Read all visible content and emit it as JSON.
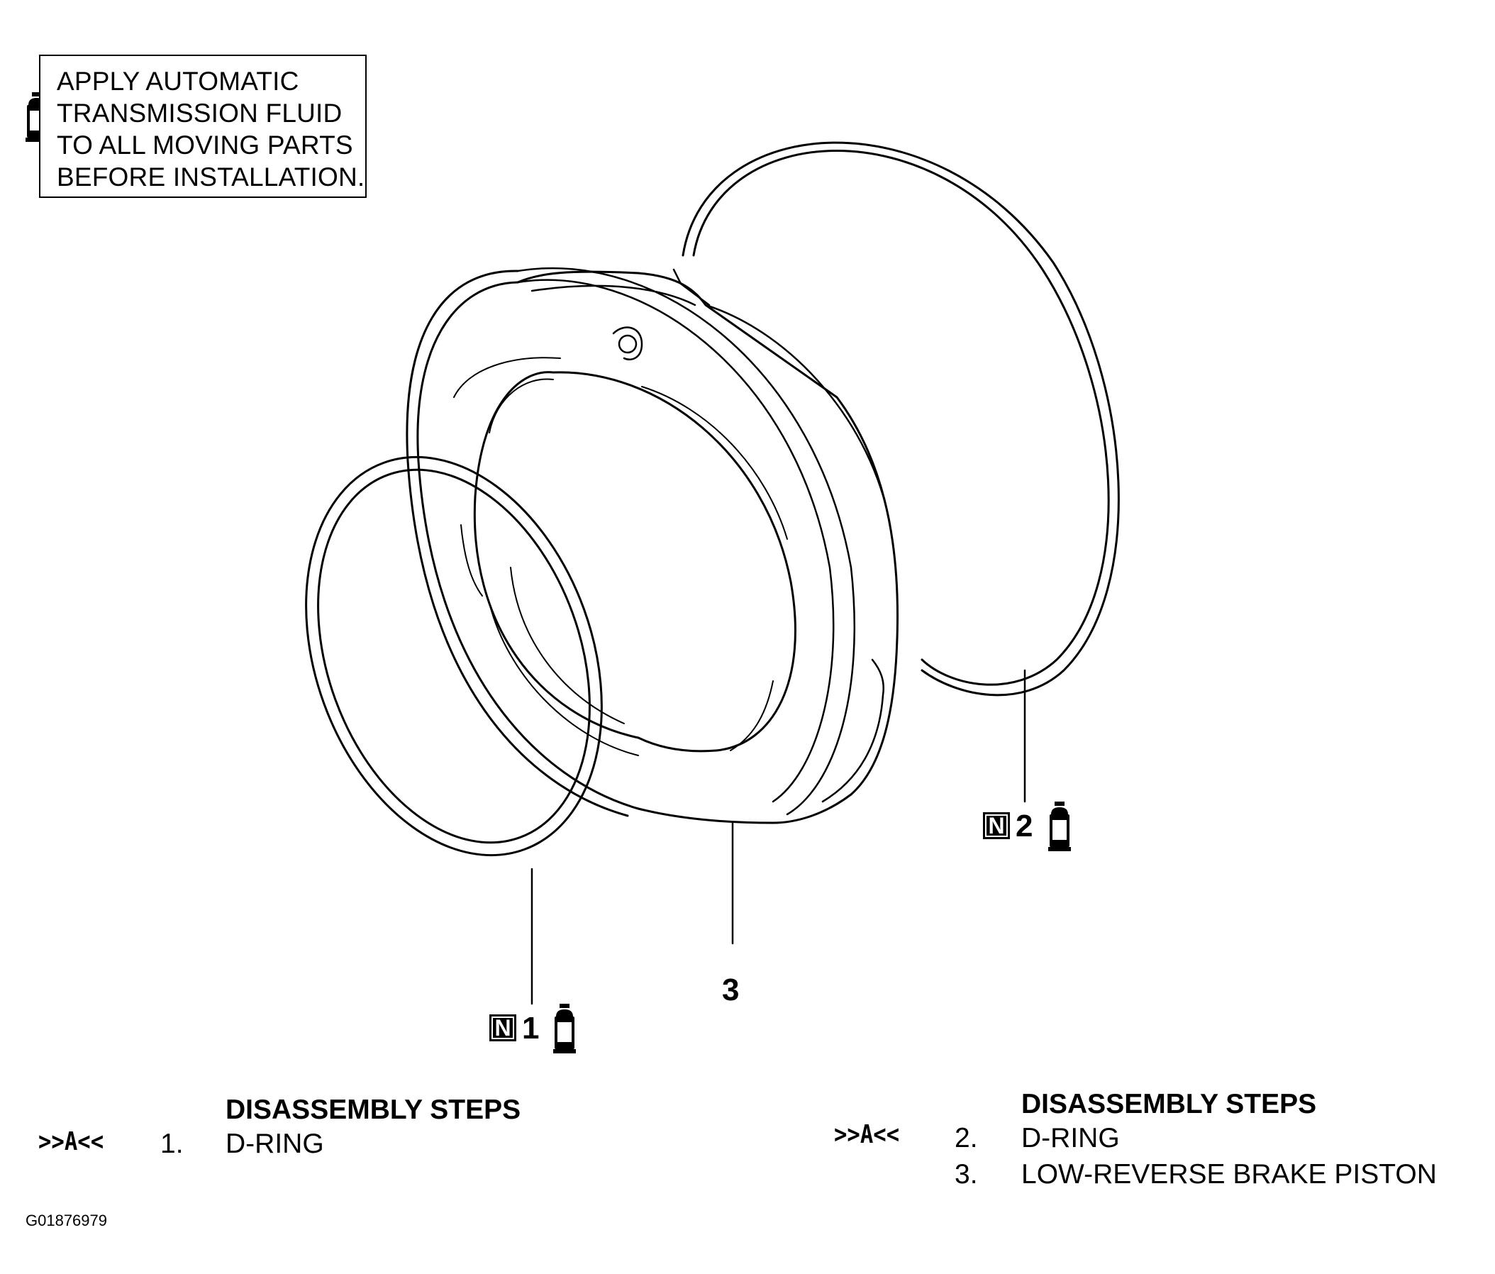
{
  "note": {
    "lines": [
      "APPLY AUTOMATIC",
      "TRANSMISSION FLUID",
      "TO ALL MOVING PARTS",
      "BEFORE INSTALLATION."
    ],
    "icon": "fluid-bottle-icon"
  },
  "callouts": {
    "part1": {
      "number": "1",
      "badge": "N"
    },
    "part2": {
      "number": "2",
      "badge": "N"
    },
    "part3": {
      "number": "3"
    }
  },
  "legend_left": {
    "title": "DISASSEMBLY STEPS",
    "ref": ">>A<<",
    "steps": [
      {
        "num": "1.",
        "label": "D-RING"
      }
    ]
  },
  "legend_right": {
    "title": "DISASSEMBLY STEPS",
    "ref": ">>A<<",
    "steps": [
      {
        "num": "2.",
        "label": "D-RING"
      },
      {
        "num": "3.",
        "label": "LOW-REVERSE BRAKE PISTON"
      }
    ]
  },
  "figure_id": "G01876979"
}
